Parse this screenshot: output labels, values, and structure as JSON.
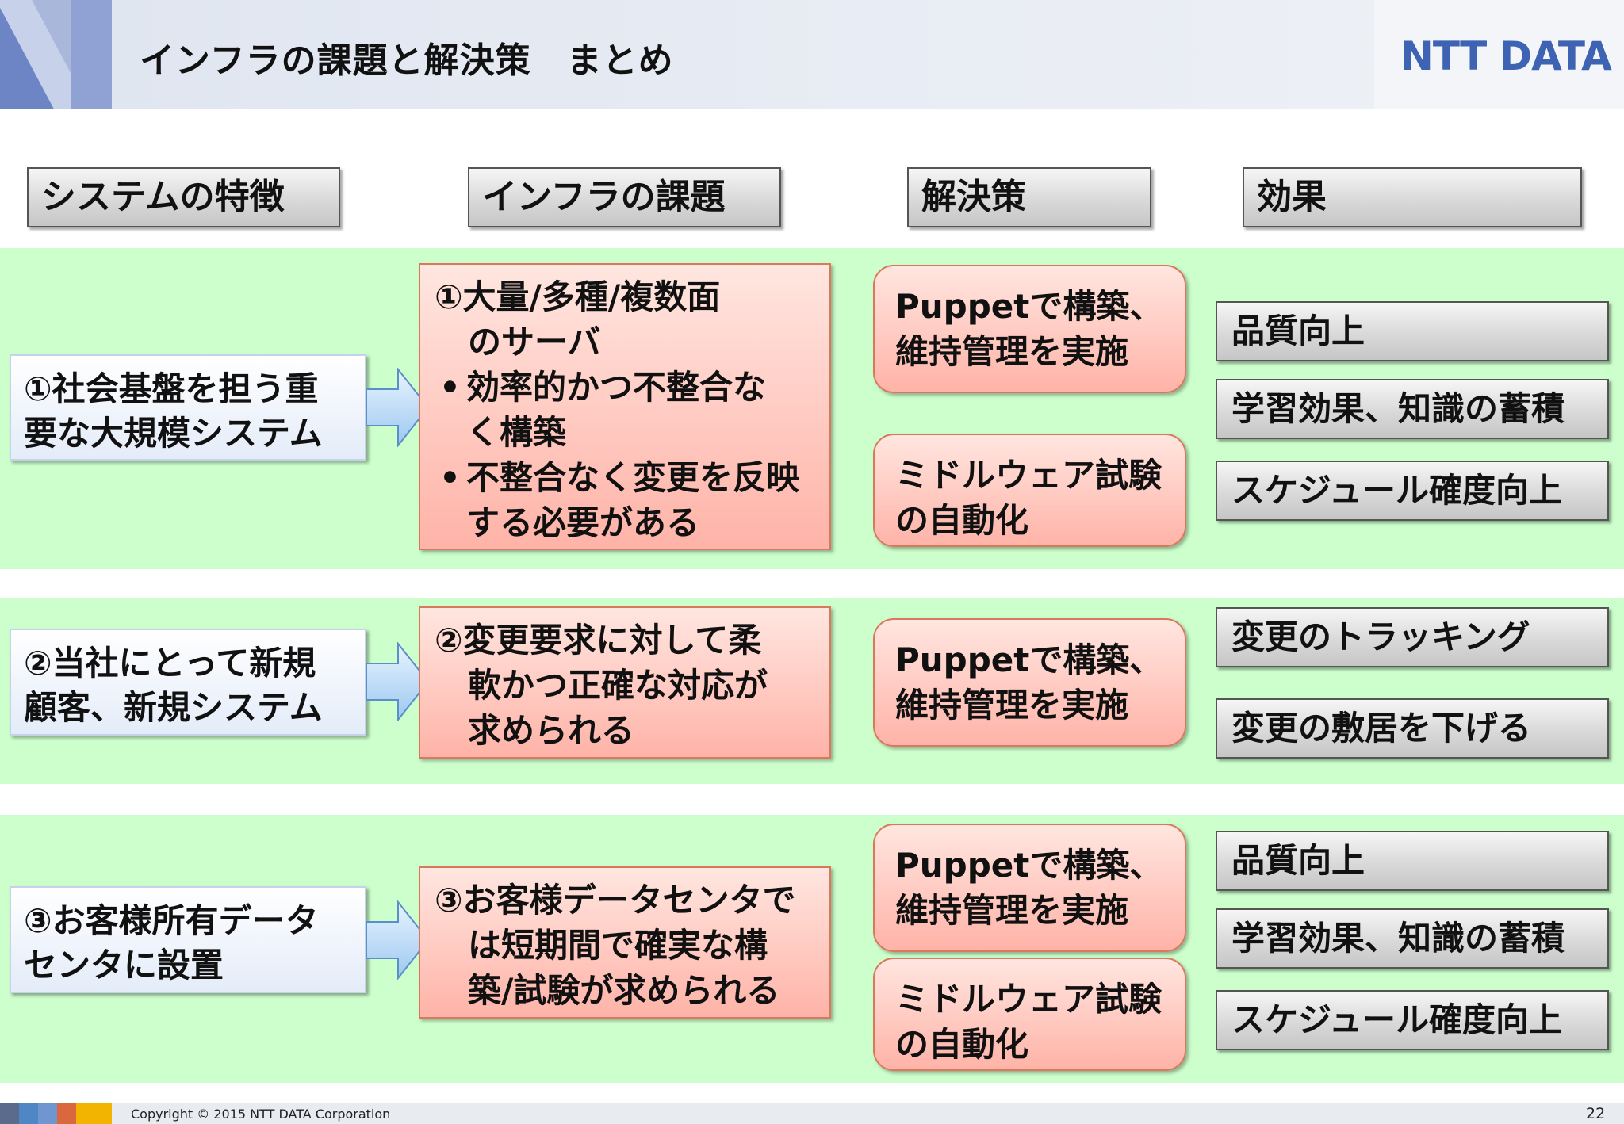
{
  "header": {
    "title": "インフラの課題と解決策　まとめ",
    "logo_text": "NTT DATA"
  },
  "columns": [
    "システムの特徴",
    "インフラの課題",
    "解決策",
    "効果"
  ],
  "rows": [
    {
      "feature": "①社会基盤を担う重\n要な大規模システム",
      "issue_title": "①大量/多種/複数面\n　のサーバ",
      "issue_bullets": [
        "効率的かつ不整合な\nく構築",
        "不整合なく変更を反映\nする必要がある"
      ],
      "solutions": [
        "Puppetで構築、\n維持管理を実施",
        "ミドルウェア試験\nの自動化"
      ],
      "effects": [
        "品質向上",
        "学習効果、知識の蓄積",
        "スケジュール確度向上"
      ]
    },
    {
      "feature": "②当社にとって新規\n顧客、新規システム",
      "issue_title": "②変更要求に対して柔\n　軟かつ正確な対応が\n　求められる",
      "issue_bullets": [],
      "solutions": [
        "Puppetで構築、\n維持管理を実施"
      ],
      "effects": [
        "変更のトラッキング",
        "変更の敷居を下げる"
      ]
    },
    {
      "feature": "③お客様所有データ\nセンタに設置",
      "issue_title": "③お客様データセンタで\n　は短期間で確実な構\n　築/試験が求められる",
      "issue_bullets": [],
      "solutions": [
        "Puppetで構築、\n維持管理を実施",
        "ミドルウェア試験\nの自動化"
      ],
      "effects": [
        "品質向上",
        "学習効果、知識の蓄積",
        "スケジュール確度向上"
      ]
    }
  ],
  "footer": {
    "copyright": "Copyright © 2015 NTT DATA Corporation",
    "page_number": "22"
  },
  "colors": {
    "band_green": "#ccffcc",
    "issue_red": "#ffb3a8",
    "logo_blue": "#3f63b3",
    "footer_squares": [
      "#5a6b8c",
      "#4f86c6",
      "#6f96d1",
      "#d9683f",
      "#f2b400"
    ]
  }
}
